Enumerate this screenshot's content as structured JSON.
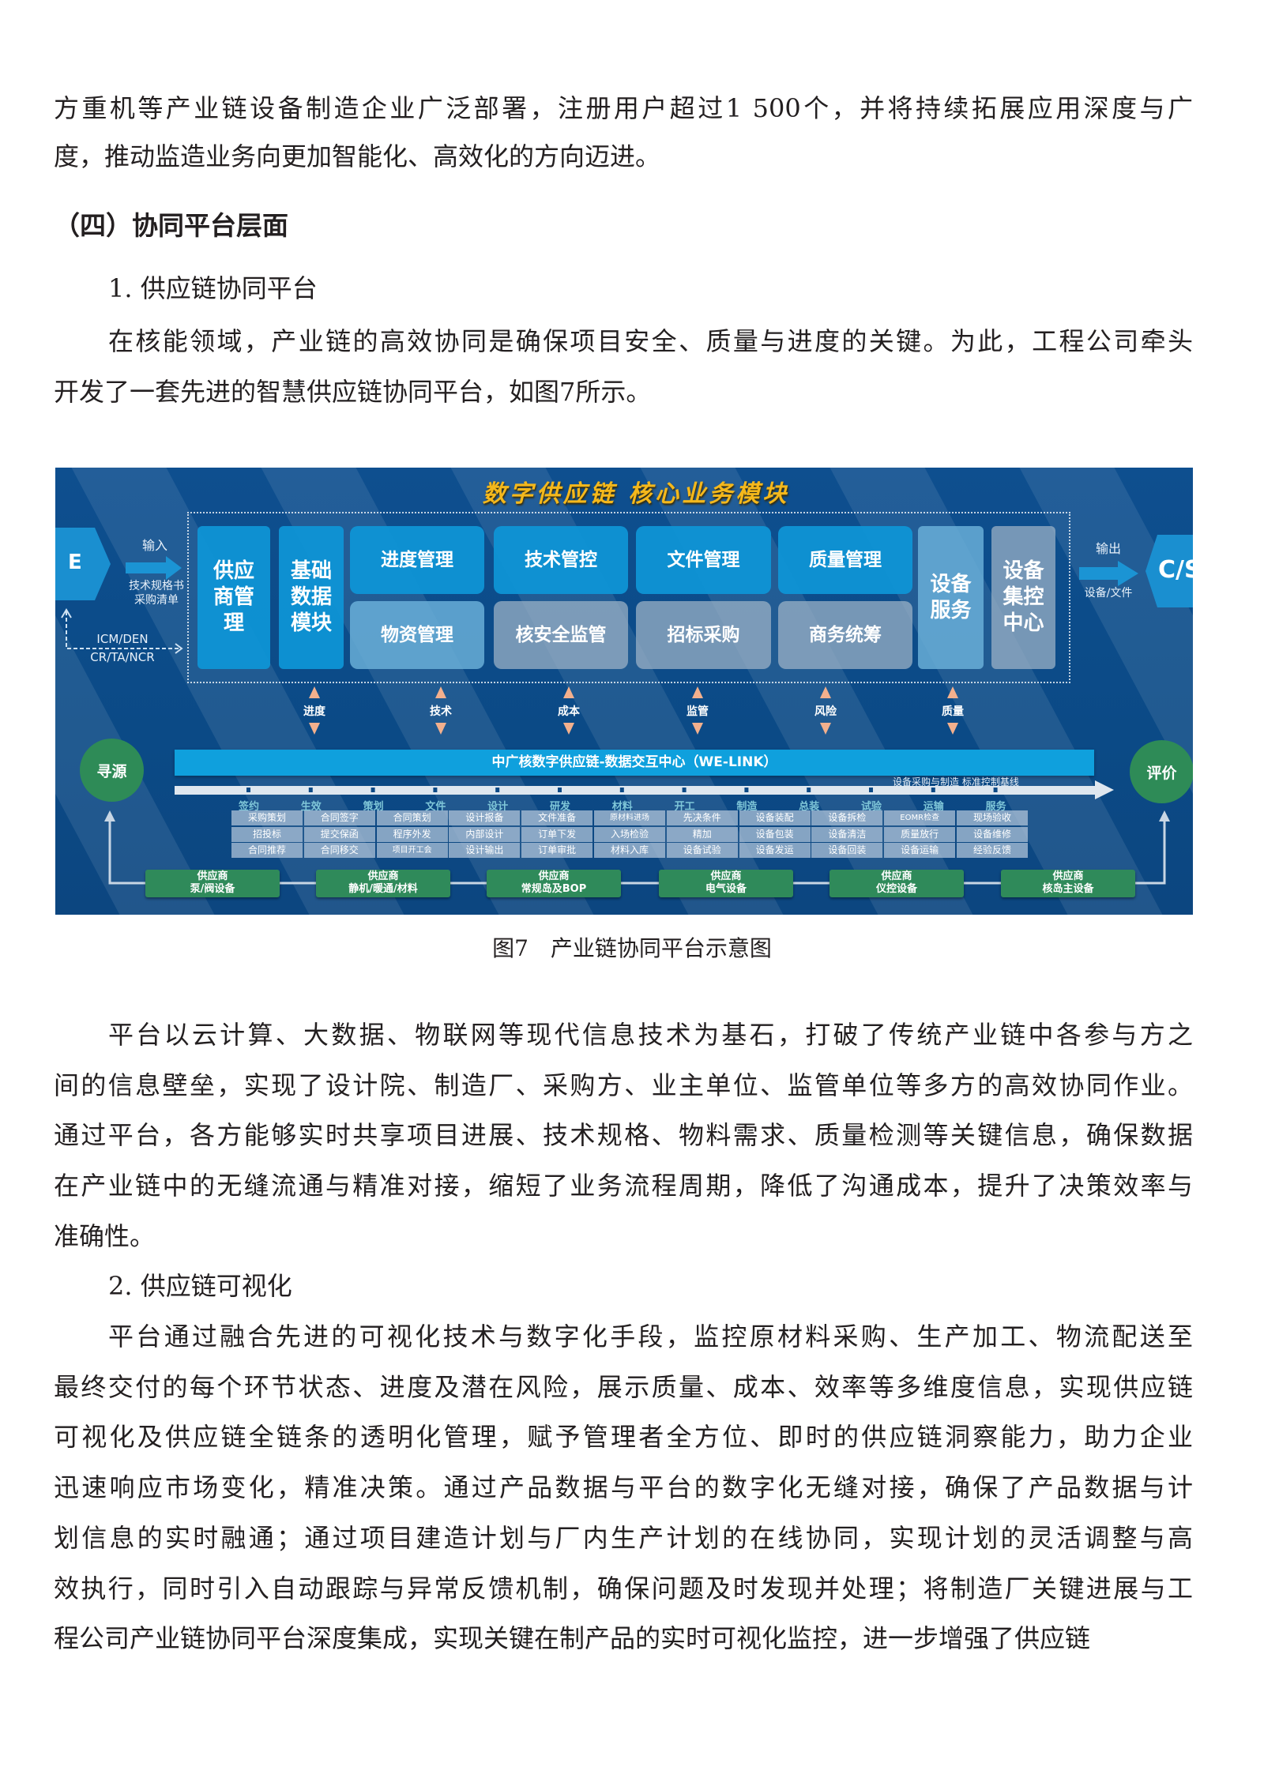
{
  "text_top": [
    "方重机等产业链设备制造企业广泛部署，注册用户超过1 500个，并将持续拓展应用深度与广",
    "度，推动监造业务向更加智能化、高效化的方向迈进。"
  ],
  "heading": "（四）协同平台层面",
  "section1": {
    "title": "1. 供应链协同平台",
    "para": [
      "在核能领域，产业链的高效协同是确保项目安全、质量与进度的关键。为此，工程公司牵头",
      "开发了一套先进的智慧供应链协同平台，如图7所示。"
    ]
  },
  "figure": {
    "title": "数字供应链  核心业务模块",
    "left_node": "E",
    "input_label": "输入",
    "input_docs": [
      "技术规格书",
      "采购清单"
    ],
    "feedback_docs": [
      "ICM/DEN",
      "CR/TA/NCR"
    ],
    "modules": {
      "supplier_mgmt": "供应商管理",
      "base_data": "基础数据模块",
      "progress": "进度管理",
      "tech": "技术管控",
      "file": "文件管理",
      "quality": "质量管理",
      "material": "物资管理",
      "nuclear_safety": "核安全监管",
      "bidding": "招标采购",
      "business": "商务统筹",
      "equip_service": "设备服务",
      "equip_control": "设备集控中心"
    },
    "output_label": "输出",
    "output_docs": "设备/文件",
    "right_node": "C/S",
    "kpis": [
      "进度",
      "技术",
      "成本",
      "监管",
      "风险",
      "质量"
    ],
    "hub": "中广核数字供应链-数据交互中心（WE-LINK）",
    "source": "寻源",
    "evaluate": "评价",
    "baseline": "设备采购与制造 标准控制基线",
    "phases": [
      "签约",
      "生效",
      "策划",
      "文件",
      "设计",
      "研发",
      "材料",
      "开工",
      "制造",
      "总装",
      "试验",
      "运输",
      "服务"
    ],
    "tasks": [
      [
        "采购策划",
        "招投标",
        "合同推荐"
      ],
      [
        "合同签字",
        "提交保函",
        "合同移交"
      ],
      [
        "合同策划",
        "程序外发",
        "项目开工会"
      ],
      [
        "设计报备",
        "内部设计",
        "设计输出"
      ],
      [
        "文件准备",
        "订单下发",
        "订单审批"
      ],
      [
        "原材料进场",
        "入场检验",
        "材料入库"
      ],
      [
        "先决条件",
        "精加",
        "设备试验"
      ],
      [
        "设备装配",
        "设备包装",
        "设备发运"
      ],
      [
        "设备拆检",
        "设备清洁",
        "设备回装"
      ],
      [
        "EOMR检查",
        "质量放行",
        "设备运输"
      ],
      [
        "现场验收",
        "设备维修",
        "经验反馈"
      ]
    ],
    "suppliers": [
      [
        "供应商",
        "泵/阀设备"
      ],
      [
        "供应商",
        "静机/暖通/材料"
      ],
      [
        "供应商",
        "常规岛及BOP"
      ],
      [
        "供应商",
        "电气设备"
      ],
      [
        "供应商",
        "仪控设备"
      ],
      [
        "供应商",
        "核岛主设备"
      ]
    ],
    "caption": "图7　产业链协同平台示意图"
  },
  "para2": [
    "平台以云计算、大数据、物联网等现代信息技术为基石，打破了传统产业链中各参与方之",
    "间的信息壁垒，实现了设计院、制造厂、采购方、业主单位、监管单位等多方的高效协同作业。",
    "通过平台，各方能够实时共享项目进展、技术规格、物料需求、质量检测等关键信息，确保数据",
    "在产业链中的无缝流通与精准对接，缩短了业务流程周期，降低了沟通成本，提升了决策效率与",
    "准确性。"
  ],
  "section2": {
    "title": "2. 供应链可视化",
    "para": [
      "平台通过融合先进的可视化技术与数字化手段，监控原材料采购、生产加工、物流配送至",
      "最终交付的每个环节状态、进度及潜在风险，展示质量、成本、效率等多维度信息，实现供应链",
      "可视化及供应链全链条的透明化管理，赋予管理者全方位、即时的供应链洞察能力，助力企业",
      "迅速响应市场变化，精准决策。通过产品数据与平台的数字化无缝对接，确保了产品数据与计",
      "划信息的实时融通；通过项目建造计划与厂内生产计划的在线协同，实现计划的灵活调整与高",
      "效执行，同时引入自动跟踪与异常反馈机制，确保问题及时发现并处理；将制造厂关键进展与工",
      "程公司产业链协同平台深度集成，实现关键在制产品的实时可视化监控，进一步增强了供应链"
    ]
  }
}
